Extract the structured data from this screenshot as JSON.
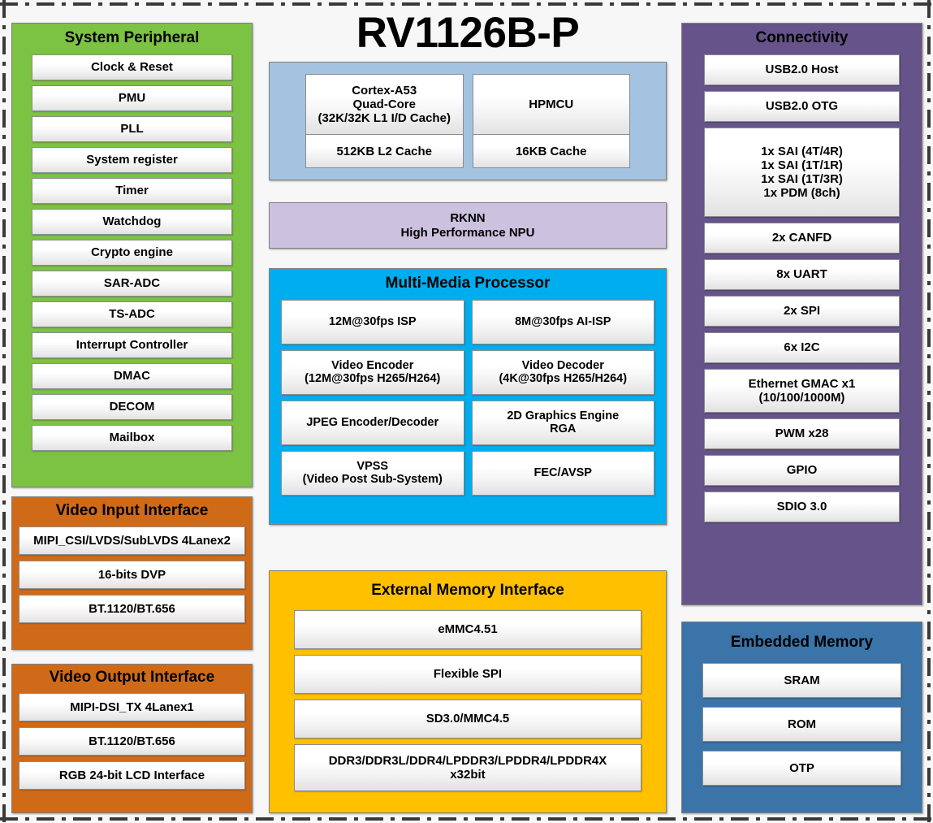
{
  "title": "RV1126B-P",
  "system_peripheral": {
    "title": "System Peripheral",
    "items": [
      "Clock & Reset",
      "PMU",
      "PLL",
      "System register",
      "Timer",
      "Watchdog",
      "Crypto engine",
      "SAR-ADC",
      "TS-ADC",
      "Interrupt Controller",
      "DMAC",
      "DECOM",
      "Mailbox"
    ],
    "color": "#7cc243"
  },
  "video_input": {
    "title": "Video Input Interface",
    "items": [
      "MIPI_CSI/LVDS/SubLVDS 4Lanex2",
      "16-bits DVP",
      "BT.1120/BT.656"
    ],
    "color": "#cf6a19"
  },
  "video_output": {
    "title": "Video Output Interface",
    "items": [
      "MIPI-DSI_TX 4Lanex1",
      "BT.1120/BT.656",
      "RGB 24-bit LCD Interface"
    ],
    "color": "#cf6a19"
  },
  "cpu": {
    "color": "#a4c3e0",
    "core_line1": "Cortex-A53",
    "core_line2": "Quad-Core",
    "core_line3": "(32K/32K L1 I/D Cache)",
    "l2_cache": "512KB L2 Cache",
    "mcu": "HPMCU",
    "mcu_cache": "16KB Cache"
  },
  "npu": {
    "line1": "RKNN",
    "line2": "High Performance NPU",
    "color": "#ccc2df"
  },
  "multimedia": {
    "title": "Multi-Media Processor",
    "color": "#00aeef",
    "items": [
      {
        "line1": "12M@30fps ISP",
        "line2": ""
      },
      {
        "line1": "8M@30fps AI-ISP",
        "line2": ""
      },
      {
        "line1": "Video Encoder",
        "line2": "(12M@30fps H265/H264)"
      },
      {
        "line1": "Video Decoder",
        "line2": "(4K@30fps H265/H264)"
      },
      {
        "line1": "JPEG Encoder/Decoder",
        "line2": ""
      },
      {
        "line1": "2D Graphics Engine",
        "line2": "RGA"
      },
      {
        "line1": "VPSS",
        "line2": "(Video Post Sub-System)"
      },
      {
        "line1": "FEC/AVSP",
        "line2": ""
      }
    ]
  },
  "external_memory": {
    "title": "External Memory Interface",
    "color": "#ffc000",
    "items": [
      {
        "line1": "eMMC4.51",
        "line2": ""
      },
      {
        "line1": "Flexible SPI",
        "line2": ""
      },
      {
        "line1": "SD3.0/MMC4.5",
        "line2": ""
      },
      {
        "line1": "DDR3/DDR3L/DDR4/LPDDR3/LPDDR4/LPDDR4X",
        "line2": "x32bit"
      }
    ]
  },
  "connectivity": {
    "title": "Connectivity",
    "color": "#655389",
    "items": [
      {
        "line1": "USB2.0 Host",
        "line2": "",
        "line3": "",
        "line4": ""
      },
      {
        "line1": "USB2.0 OTG",
        "line2": "",
        "line3": "",
        "line4": ""
      },
      {
        "line1": "1x SAI (4T/4R)",
        "line2": "1x SAI (1T/1R)",
        "line3": "1x SAI (1T/3R)",
        "line4": "1x PDM (8ch)"
      },
      {
        "line1": "2x CANFD",
        "line2": "",
        "line3": "",
        "line4": ""
      },
      {
        "line1": "8x UART",
        "line2": "",
        "line3": "",
        "line4": ""
      },
      {
        "line1": "2x SPI",
        "line2": "",
        "line3": "",
        "line4": ""
      },
      {
        "line1": "6x I2C",
        "line2": "",
        "line3": "",
        "line4": ""
      },
      {
        "line1": "Ethernet GMAC x1",
        "line2": "(10/100/1000M)",
        "line3": "",
        "line4": ""
      },
      {
        "line1": "PWM x28",
        "line2": "",
        "line3": "",
        "line4": ""
      },
      {
        "line1": "GPIO",
        "line2": "",
        "line3": "",
        "line4": ""
      },
      {
        "line1": "SDIO 3.0",
        "line2": "",
        "line3": "",
        "line4": ""
      }
    ]
  },
  "embedded_memory": {
    "title": "Embedded Memory",
    "color": "#3a74a8",
    "items": [
      "SRAM",
      "ROM",
      "OTP"
    ]
  }
}
